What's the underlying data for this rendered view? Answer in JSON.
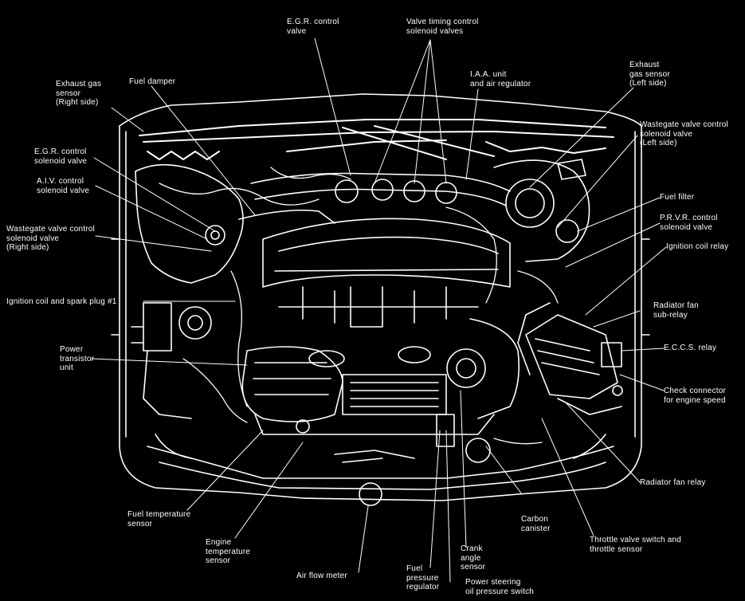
{
  "colors": {
    "background": "#000000",
    "linework": "#ffffff"
  },
  "labels": {
    "egr_control_valve": "E.G.R. control\nvalve",
    "valve_timing": "Valve timing control\nsolenoid valves",
    "iaa_unit": "I.A.A. unit\nand air regulator",
    "exhaust_left": "Exhaust\ngas sensor\n(Left side)",
    "fuel_damper": "Fuel damper",
    "exhaust_right": "Exhaust gas\nsensor\n(Right side)",
    "wastegate_left": "Wastegate valve control\nsolenoid valve\n(Left side)",
    "egr_solenoid": "E.G.R. control\nsolenoid valve",
    "aiv_solenoid": "A.I.V. control\nsolenoid valve",
    "fuel_filter": "Fuel filter",
    "prvr": "P.R.V.R. control\nsolenoid valve",
    "wastegate_right": "Wastegate valve control\nsolenoid valve\n(Right side)",
    "ignition_relay": "Ignition coil relay",
    "ignition_coil": "Ignition coil and spark plug #1",
    "radiator_subrelay": "Radiator fan\nsub-relay",
    "power_transistor": "Power\ntransistor\nunit",
    "eccs_relay": "E.C.C.S. relay",
    "check_connector": "Check connector\nfor engine speed",
    "radiator_relay": "Radiator fan relay",
    "fuel_temp": "Fuel temperature\nsensor",
    "carbon_canister": "Carbon\ncanister",
    "throttle": "Throttle valve switch and\nthrottle sensor",
    "engine_temp": "Engine\ntemperature\nsensor",
    "crank": "Crank\nangle\nsensor",
    "air_flow": "Air flow meter",
    "fuel_pressure": "Fuel\npressure\nregulator",
    "power_steering": "Power steering\noil pressure switch"
  }
}
